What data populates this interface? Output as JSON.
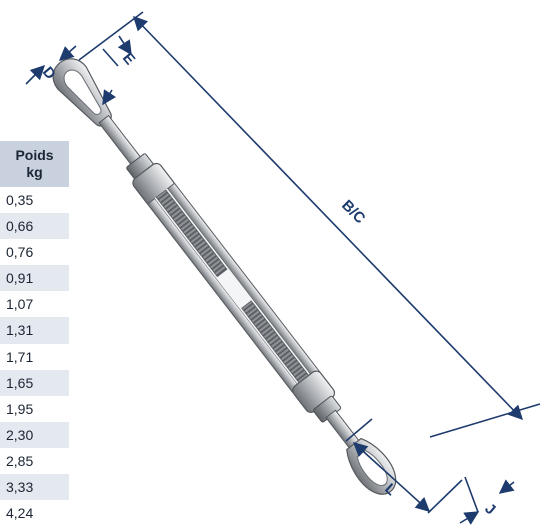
{
  "table": {
    "header_line1": "Poids",
    "header_line2": "kg",
    "rows": [
      "0,35",
      "0,66",
      "0,76",
      "0,91",
      "1,07",
      "1,31",
      "1,71",
      "1,65",
      "1,95",
      "2,30",
      "2,85",
      "3,33",
      "4,24"
    ]
  },
  "labels": {
    "D": "D",
    "E": "E",
    "BC": "B/C",
    "L": "L",
    "J": "J"
  },
  "colors": {
    "dimension": "#1e3b6e",
    "table_header": "#c9d1df",
    "table_alt": "#e4e8ef"
  }
}
